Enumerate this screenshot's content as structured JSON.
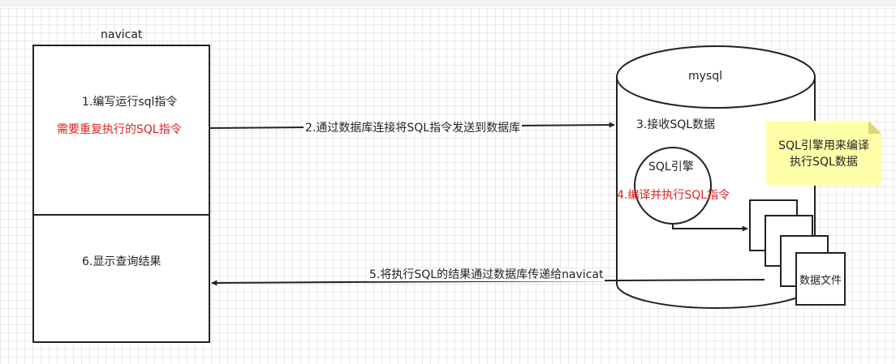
{
  "navicat": {
    "title": "navicat",
    "step1": "1.编写运行sql指令",
    "step1_note": "需要重复执行的SQL指令",
    "step6": "6.显示查询结果"
  },
  "arrows": {
    "step2": "2.通过数据库连接将SQL指令发送到数据库",
    "step5": "5.将执行SQL的结果通过数据库传递给navicat"
  },
  "mysql": {
    "title": "mysql",
    "step3": "3.接收SQL数据",
    "engine": "SQL引擎",
    "step4": "4.编译并执行SQL指令",
    "data_file": "数据文件"
  },
  "note": {
    "line1": "SQL引擎用来编译",
    "line2": "执行SQL数据"
  },
  "colors": {
    "stroke": "#222222",
    "highlight": "#e02020",
    "note_fill": "#ffffaa",
    "note_fold": "#d9d96e"
  }
}
